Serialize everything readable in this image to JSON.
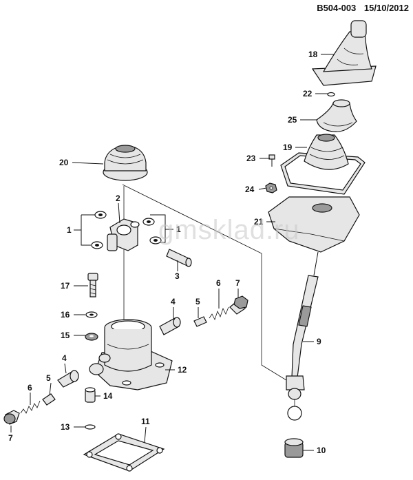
{
  "header": {
    "code": "B504-003",
    "date": "15/10/2012"
  },
  "watermark": "gmsklad.ru",
  "callouts": {
    "c1a": "1",
    "c1b": "1",
    "c2": "2",
    "c3": "3",
    "c4a": "4",
    "c4b": "4",
    "c5a": "5",
    "c5b": "5",
    "c6a": "6",
    "c6b": "6",
    "c7a": "7",
    "c7b": "7",
    "c9": "9",
    "c10": "10",
    "c11": "11",
    "c12": "12",
    "c13": "13",
    "c14": "14",
    "c15": "15",
    "c16": "16",
    "c17": "17",
    "c18": "18",
    "c19": "19",
    "c20": "20",
    "c21": "21",
    "c22": "22",
    "c23": "23",
    "c24": "24",
    "c25": "25"
  }
}
